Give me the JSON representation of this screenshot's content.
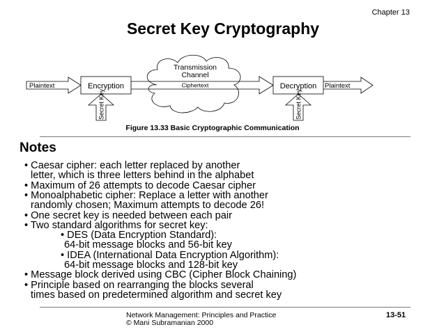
{
  "header": {
    "chapter": "Chapter 13",
    "title": "Secret Key Cryptography"
  },
  "figure": {
    "plaintext_in": "Plaintext",
    "encryption": "Encryption",
    "channel_line1": "Transmission",
    "channel_line2": "Channel",
    "ciphertext": "Ciphertext",
    "decryption": "Decryption",
    "plaintext_out": "Plaintext",
    "secret_key_left": "Secret Key",
    "secret_key_right": "Secret Key",
    "caption": "Figure 13.33 Basic Cryptographic Communication"
  },
  "notes": {
    "heading": "Notes",
    "lines": [
      "• Caesar cipher: each letter replaced by another",
      "letter, which is three letters behind in the alphabet",
      "• Maximum of 26 attempts to decode Caesar cipher",
      "• Monoalphabetic cipher: Replace a letter with another",
      "randomly chosen; Maximum attempts to decode 26!",
      "• One secret key is needed between each pair",
      "• Two standard algorithms for secret key:",
      "• DES (Data Encryption Standard):",
      "64-bit message blocks and 56-bit key",
      "• IDEA (International Data Encryption Algorithm):",
      "64-bit message blocks and 128-bit key",
      "• Message block derived using CBC (Cipher Block Chaining)",
      "• Principle based on rearranging the blocks several",
      "times based on predetermined algorithm and secret key"
    ]
  },
  "footer": {
    "book": "Network Management: Principles and Practice",
    "copyright": "© Mani Subramanian 2000",
    "page": "13-51"
  }
}
